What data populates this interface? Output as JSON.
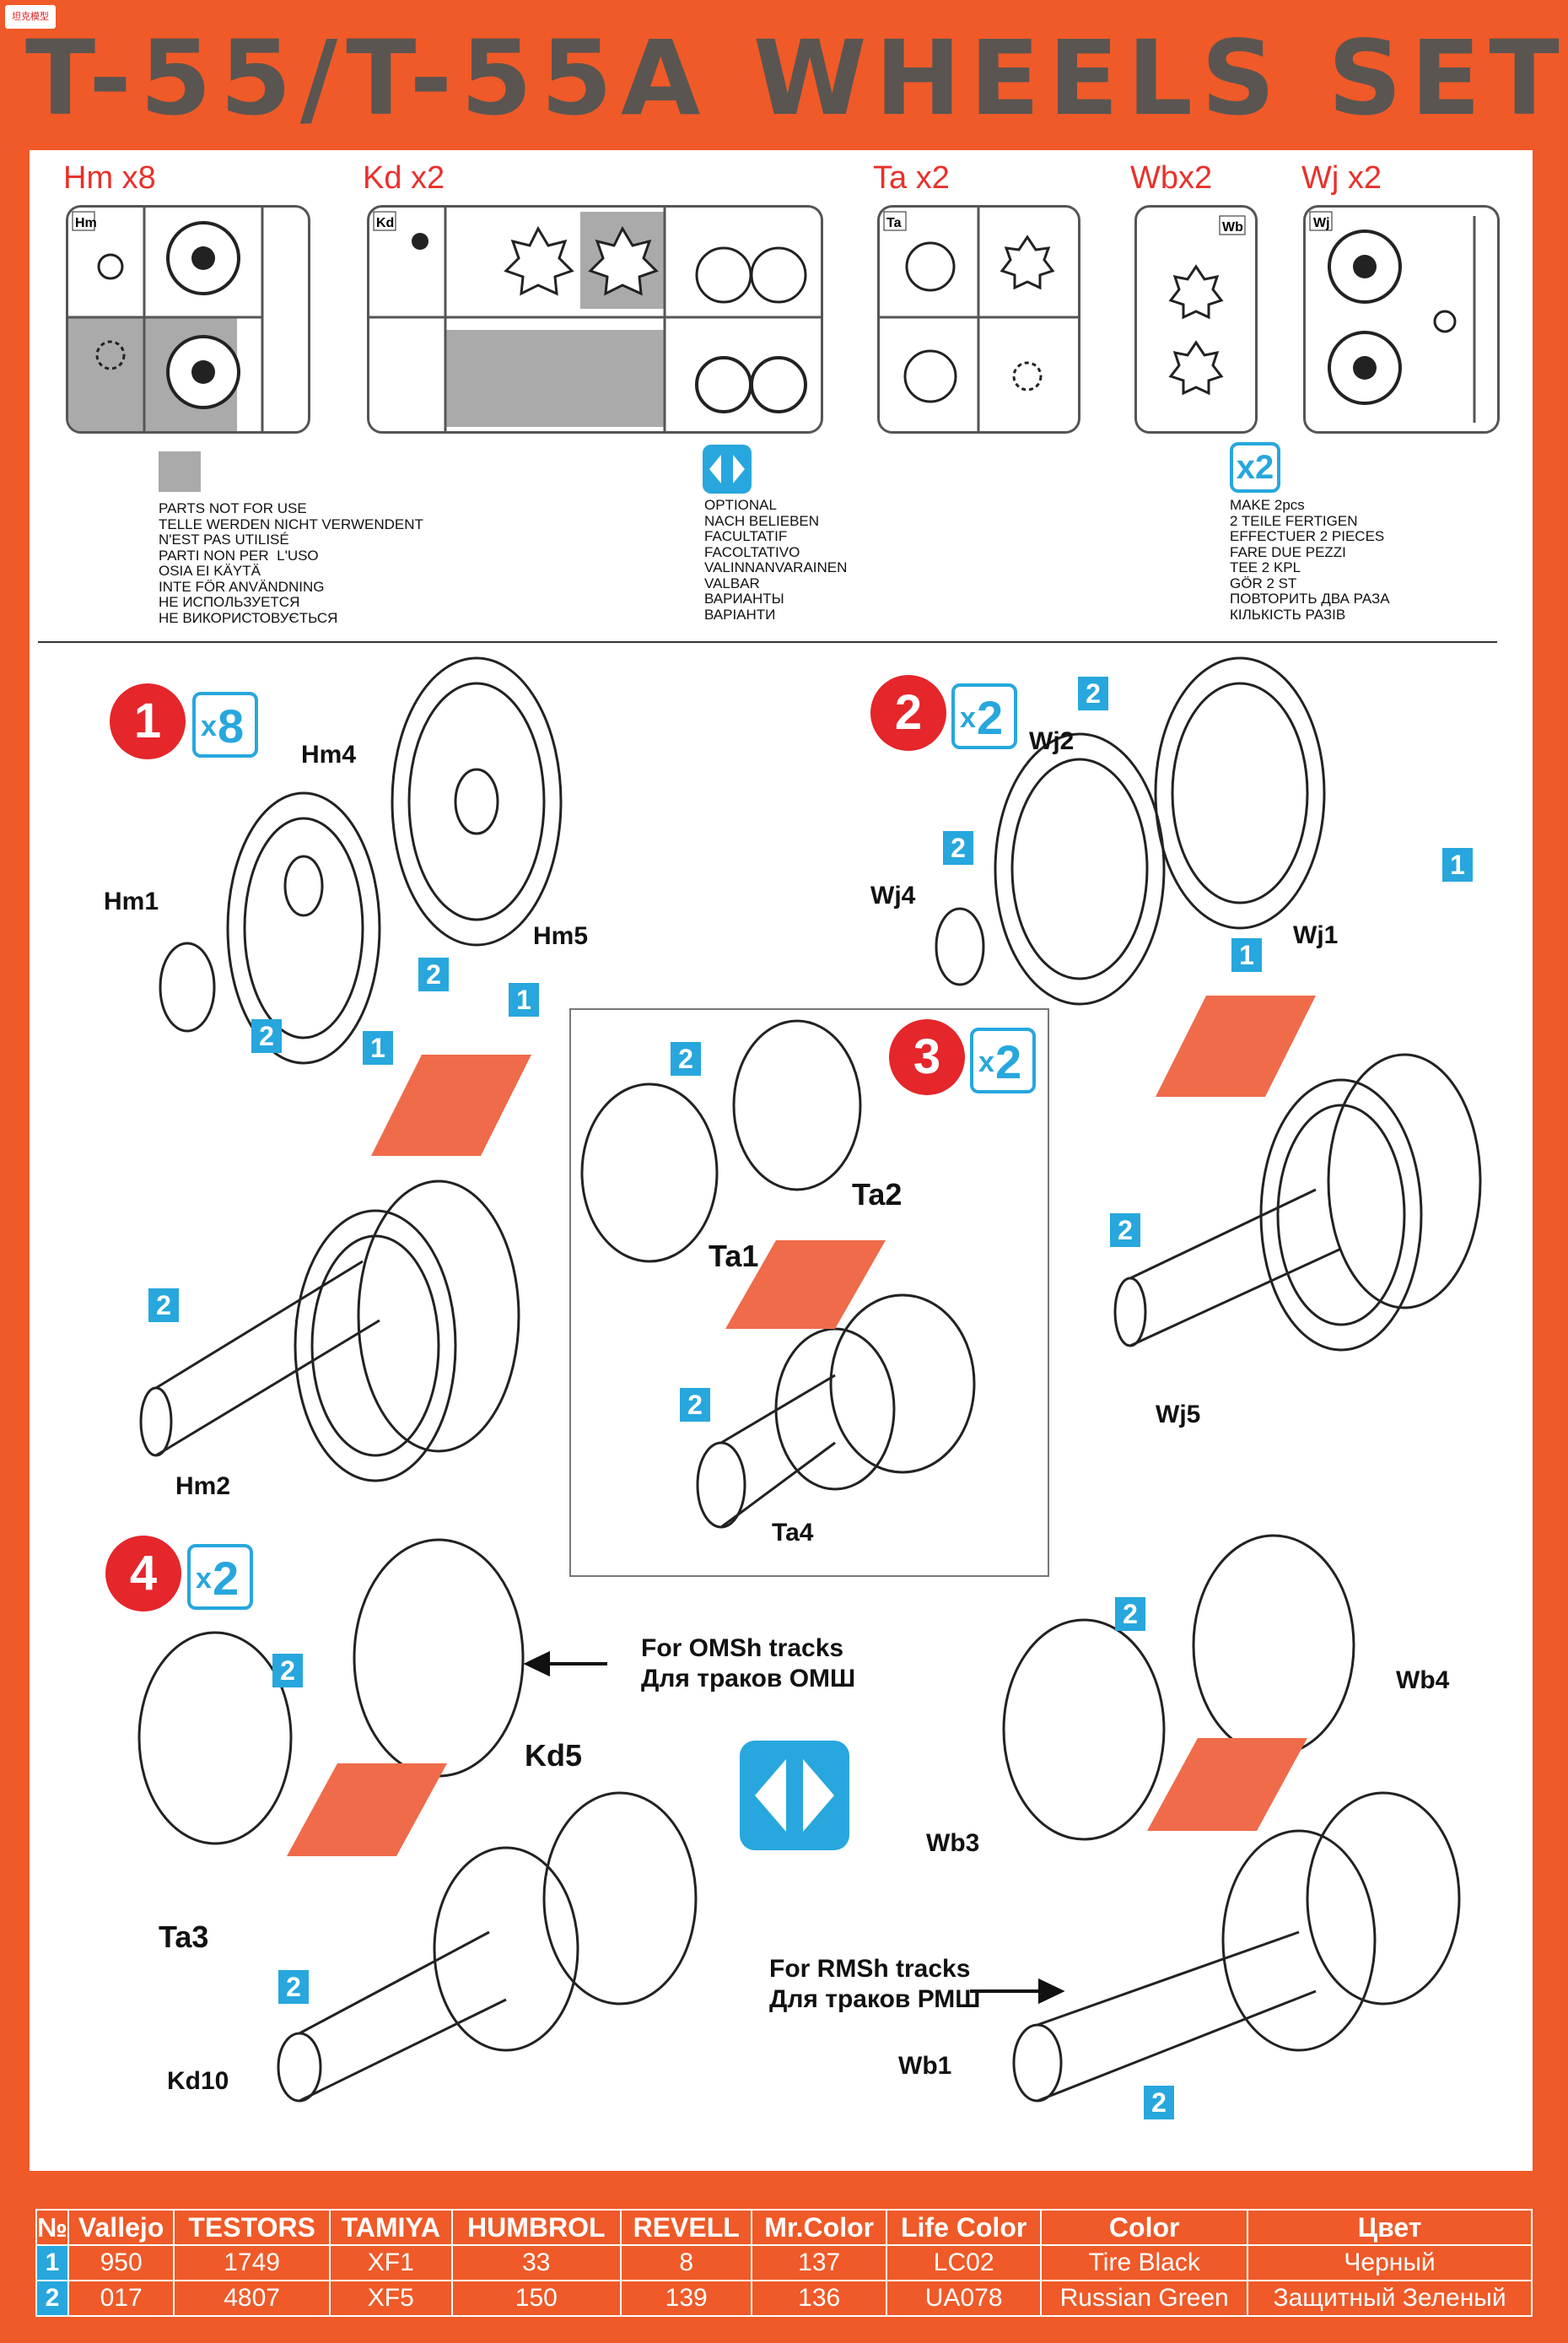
{
  "title": "T-55/T-55A WHEELS SET",
  "logo_text": "坦克模型",
  "sprues": [
    {
      "label": "Hm x8",
      "tag": "Hm"
    },
    {
      "label": "Kd x2",
      "tag": "Kd"
    },
    {
      "label": "Ta x2",
      "tag": "Ta"
    },
    {
      "label": "Wbx2",
      "tag": "Wb"
    },
    {
      "label": "Wj x2",
      "tag": "Wj"
    }
  ],
  "legend": {
    "not_for_use": "PARTS NOT FOR USE\nTELLE WERDEN NICHT VERWENDENT\nN'EST PAS UTILISÉ\nPARTI NON PER  L'USO\nOSIA EI KÄYTÄ\nINTE FÖR ANVÄNDNING\nНЕ ИСПОЛЬЗУЕТСЯ\nНЕ ВИКОРИСТОВУЄТЬСЯ",
    "optional": "OPTIONAL\nNACH BELIEBEN\nFACULTATIF\nFACOLTATIVO\nVALINNANVARAINEN\nVALBAR\nВАРИАНТЫ\nВАРІАНТИ",
    "make2_badge": "x2",
    "make2": "MAKE 2pcs\n2 TEILE FERTIGEN\nEFFECTUER 2 PIECES\nFARE DUE PEZZI\nTEE 2 KPL\nGÖR 2 ST\nПОВТОРИТЬ ДВА РАЗА\nКІЛЬКІСТЬ РАЗІВ"
  },
  "steps": [
    {
      "number": "1",
      "mult_x": "x",
      "mult_n": "8"
    },
    {
      "number": "2",
      "mult_x": "x",
      "mult_n": "2"
    },
    {
      "number": "3",
      "mult_x": "x",
      "mult_n": "2"
    },
    {
      "number": "4",
      "mult_x": "x",
      "mult_n": "2"
    }
  ],
  "parts": {
    "hm4": "Hm4",
    "hm1": "Hm1",
    "hm5": "Hm5",
    "hm2": "Hm2",
    "wj2": "Wj2",
    "wj4": "Wj4",
    "wj1": "Wj1",
    "wj5": "Wj5",
    "ta2": "Ta2",
    "ta1": "Ta1",
    "ta4": "Ta4",
    "ta3": "Ta3",
    "kd5": "Kd5",
    "kd10": "Kd10",
    "wb4": "Wb4",
    "wb3": "Wb3",
    "wb1": "Wb1"
  },
  "callouts": [
    "2",
    "1"
  ],
  "notes": {
    "omsh": "For OMSh tracks\nДля траков ОМШ",
    "rmsh": "For RMSh tracks\nДля траков РМШ"
  },
  "color_table": {
    "headers": [
      "№",
      "Vallejo",
      "TESTORS",
      "TAMIYA",
      "HUMBROL",
      "REVELL",
      "Mr.Color",
      "Life Color",
      "Color",
      "Цвет"
    ],
    "rows": [
      [
        "1",
        "950",
        "1749",
        "XF1",
        "33",
        "8",
        "137",
        "LC02",
        "Tire Black",
        "Черный"
      ],
      [
        "2",
        "017",
        "4807",
        "XF5",
        "150",
        "139",
        "136",
        "UA078",
        "Russian Green",
        "Защитный Зеленый"
      ]
    ]
  },
  "colors": {
    "background": "#ef5a28",
    "accent_blue": "#27a7dd",
    "step_red": "#e5262b",
    "title_gray": "#5a5551"
  }
}
